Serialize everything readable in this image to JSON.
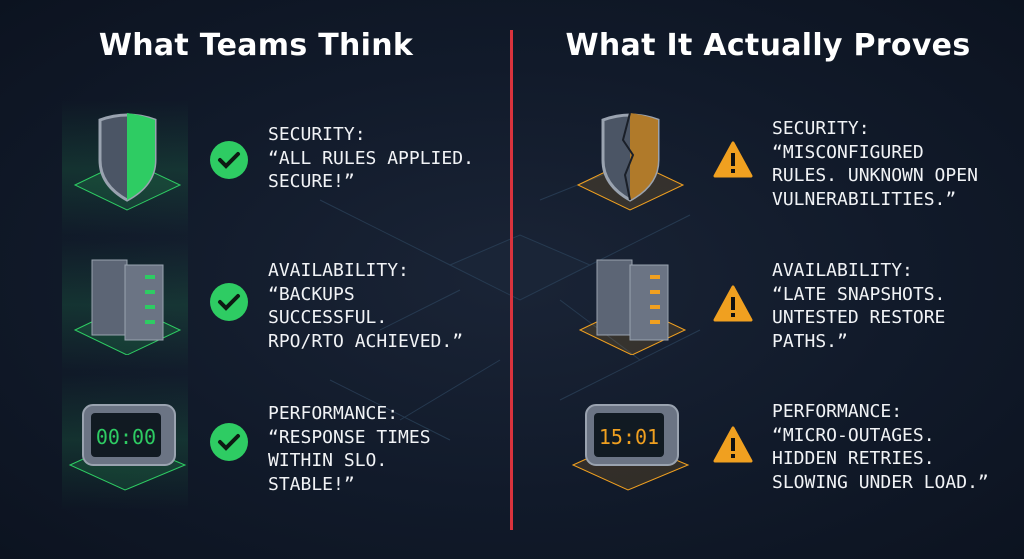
{
  "left": {
    "title": "What Teams Think",
    "accent": "#2ecc63",
    "items": [
      {
        "icon": "shield-icon",
        "status_icon": "check-circle-icon",
        "heading": "SECURITY:",
        "lines": [
          "“ALL RULES APPLIED.",
          "SECURE!”"
        ]
      },
      {
        "icon": "server-icon",
        "status_icon": "check-circle-icon",
        "heading": "AVAILABILITY:",
        "lines": [
          "“BACKUPS",
          "SUCCESSFUL.",
          "RPO/RTO ACHIEVED.”"
        ]
      },
      {
        "icon": "clock-icon",
        "status_icon": "check-circle-icon",
        "heading": "PERFORMANCE:",
        "lines": [
          "“RESPONSE TIMES",
          "WITHIN SLO.",
          "STABLE!”"
        ],
        "clock_display": "00:00"
      }
    ]
  },
  "right": {
    "title": "What It Actually Proves",
    "accent": "#f0a020",
    "items": [
      {
        "icon": "cracked-shield-icon",
        "status_icon": "warning-icon",
        "heading": "SECURITY:",
        "lines": [
          "“MISCONFIGURED",
          "RULES. UNKNOWN OPEN",
          "VULNERABILITIES.”"
        ]
      },
      {
        "icon": "server-icon",
        "status_icon": "warning-icon",
        "heading": "AVAILABILITY:",
        "lines": [
          "“LATE SNAPSHOTS.",
          "UNTESTED RESTORE",
          "PATHS.”"
        ]
      },
      {
        "icon": "clock-icon",
        "status_icon": "warning-icon",
        "heading": "PERFORMANCE:",
        "lines": [
          "“MICRO-OUTAGES.",
          "HIDDEN RETRIES.",
          "SLOWING UNDER LOAD.”"
        ],
        "clock_display": "15:01"
      }
    ]
  },
  "divider_color": "#d9333d"
}
